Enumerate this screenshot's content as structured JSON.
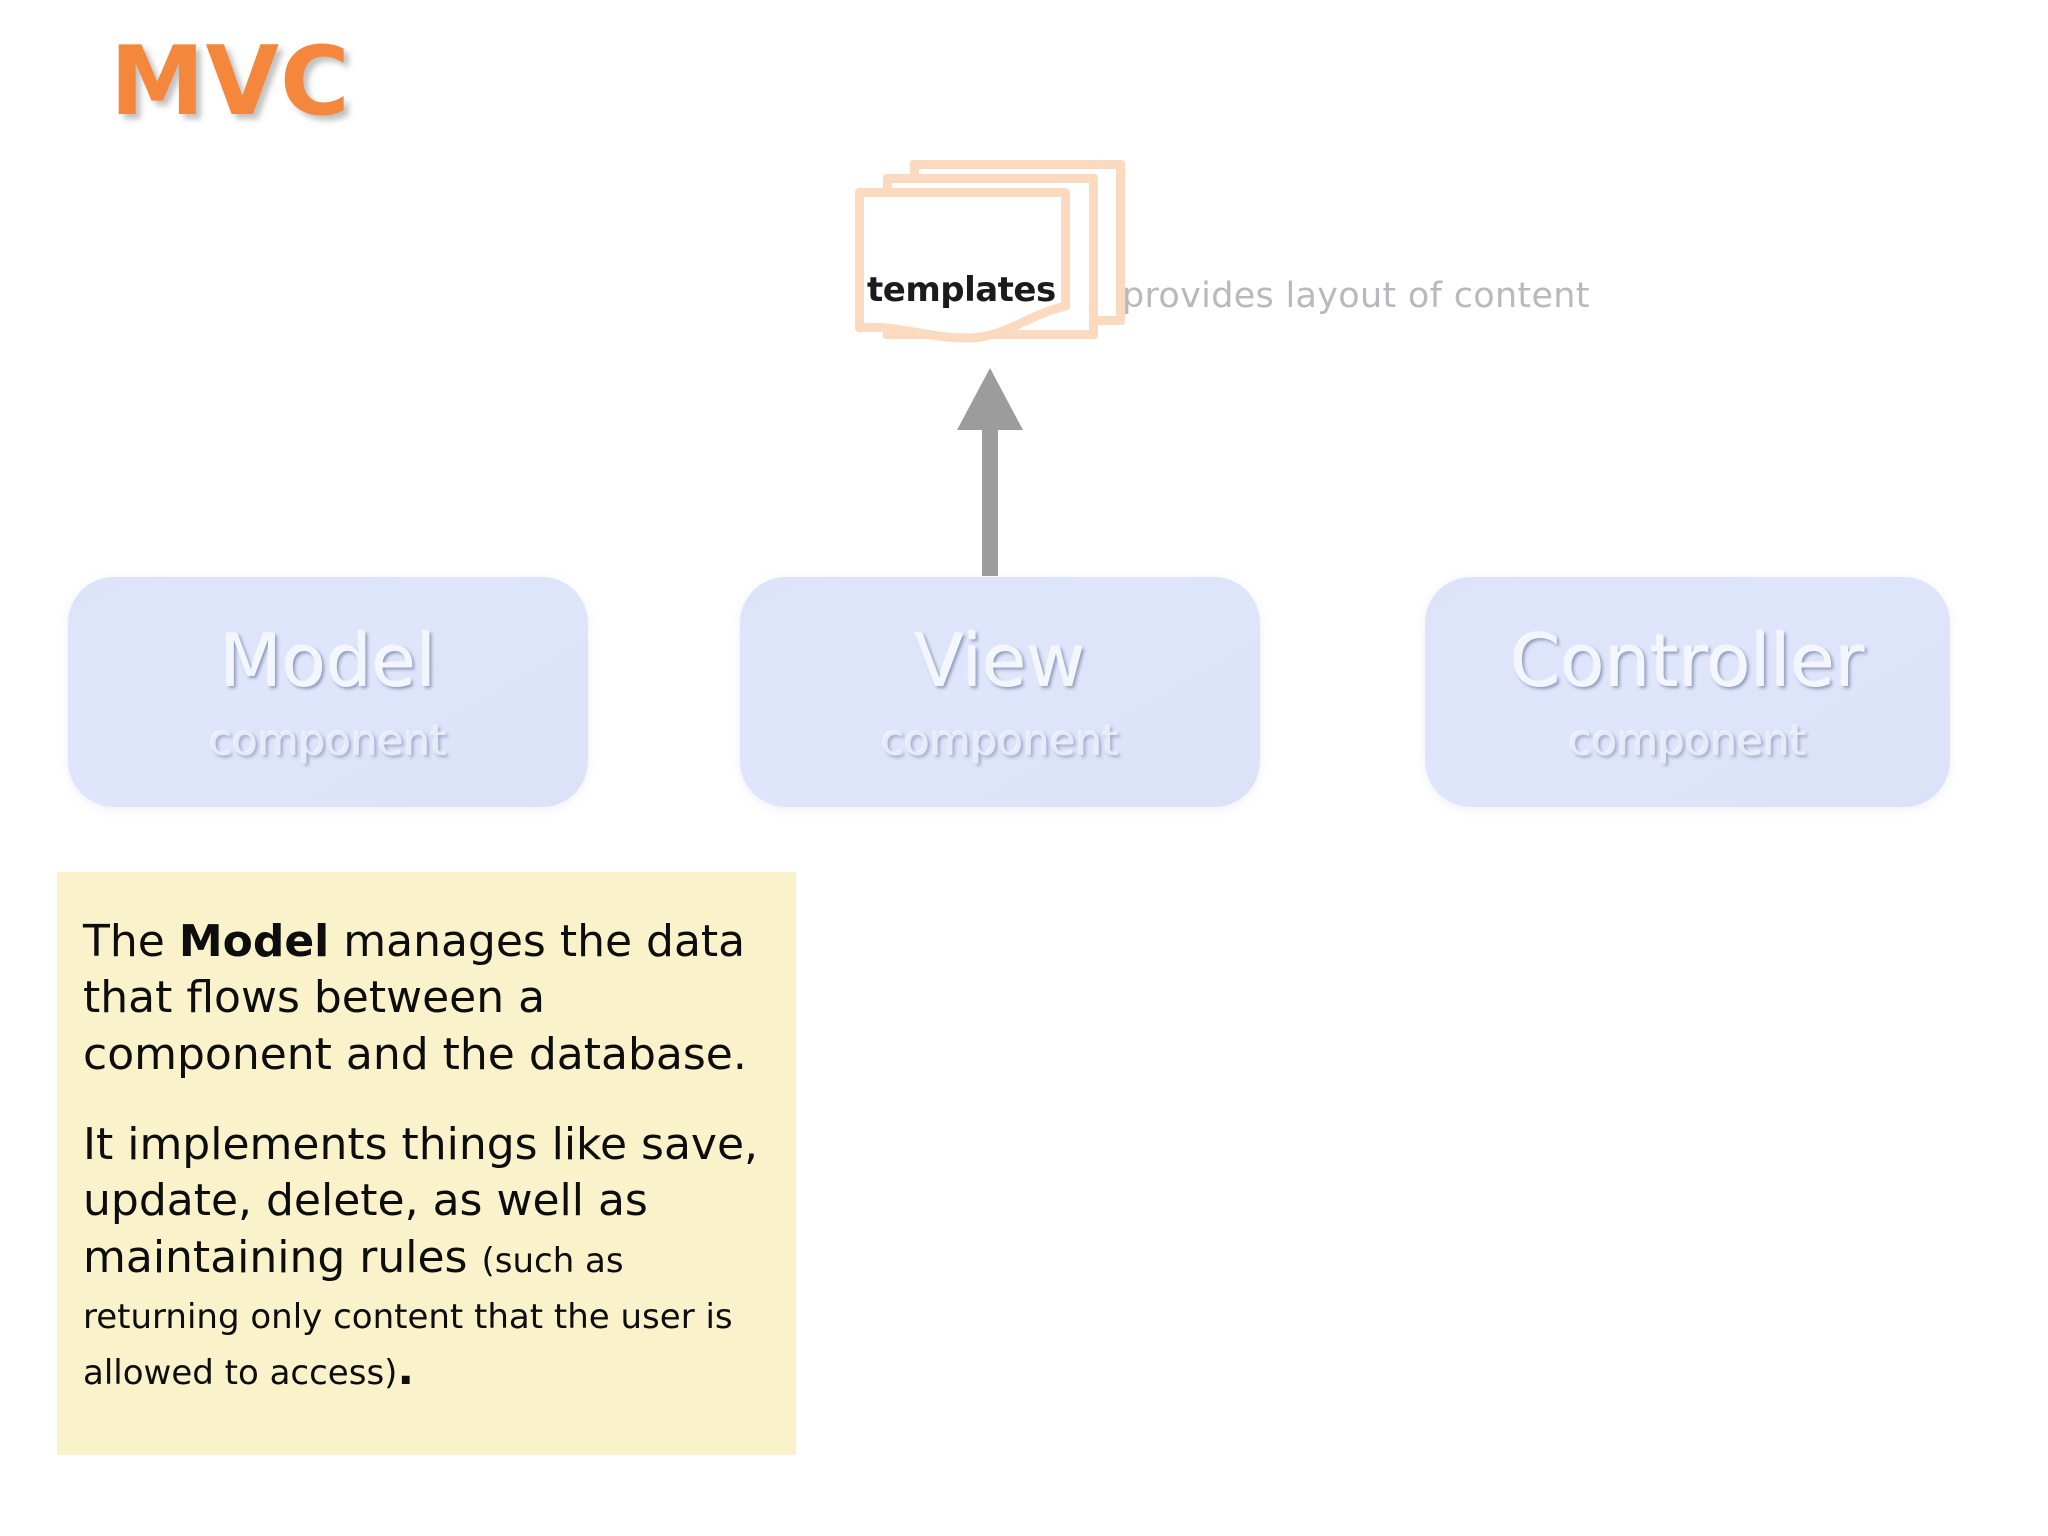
{
  "slide": {
    "title": "MVC",
    "title_color": "#F5873C",
    "background_color": "#FFFFFF"
  },
  "diagram": {
    "templates": {
      "label": "templates",
      "outline_color": "#FBDAC0",
      "annotation": "provides layout of content",
      "annotation_color": "#B9B9BD"
    },
    "arrow": {
      "name": "arrow-up",
      "color": "#9A9A9A",
      "from": "View component",
      "to": "templates"
    },
    "boxes": [
      {
        "id": "model",
        "title": "Model",
        "subtitle": "component",
        "fill": "#DDE4F9"
      },
      {
        "id": "view",
        "title": "View",
        "subtitle": "component",
        "fill": "#DDE4F9"
      },
      {
        "id": "controller",
        "title": "Controller",
        "subtitle": "component",
        "fill": "#DDE4F9"
      }
    ]
  },
  "callout": {
    "background_color": "#FAF2CB",
    "paragraph1": {
      "lead": "The ",
      "bold": "Model",
      "rest": " manages the data that flows between a component and the database."
    },
    "paragraph2": {
      "main": "It implements things like save, update, delete, as well as maintaining rules ",
      "note": "(such as returning only content that the user is allowed to access)",
      "period": "."
    }
  }
}
